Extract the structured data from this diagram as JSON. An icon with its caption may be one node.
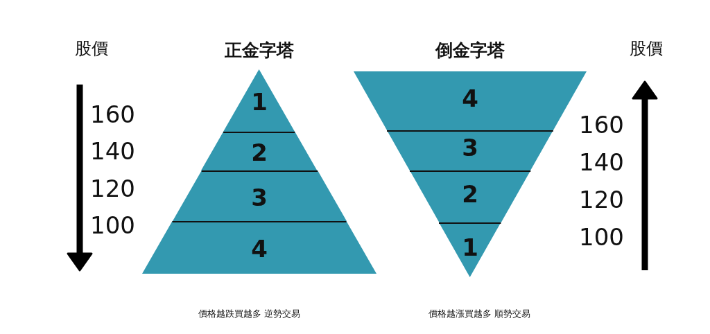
{
  "diagram": {
    "nodes": [
      {
        "text": [
          "正金字塔"
        ]
      },
      {
        "text": [
          "1"
        ],
        "in": 0
      },
      {
        "text": [
          "2"
        ],
        "in": 0
      },
      {
        "text": [
          "3"
        ],
        "in": 0
      },
      {
        "text": [
          "4"
        ],
        "in": 0
      },
      {
        "text": [
          "倒金字塔"
        ]
      },
      {
        "text": [
          "4"
        ],
        "in": 5
      },
      {
        "text": [
          "3"
        ],
        "in": 5
      },
      {
        "text": [
          "2"
        ],
        "in": 5
      },
      {
        "text": [
          "1"
        ],
        "in": 5
      }
    ],
    "labels": [
      "股價",
      "160",
      "140",
      "120",
      "100",
      "股價",
      "160",
      "140",
      "120",
      "100",
      "價格越跌買越多 逆勢交易",
      "價格越漲買越多 順勢交易"
    ]
  }
}
